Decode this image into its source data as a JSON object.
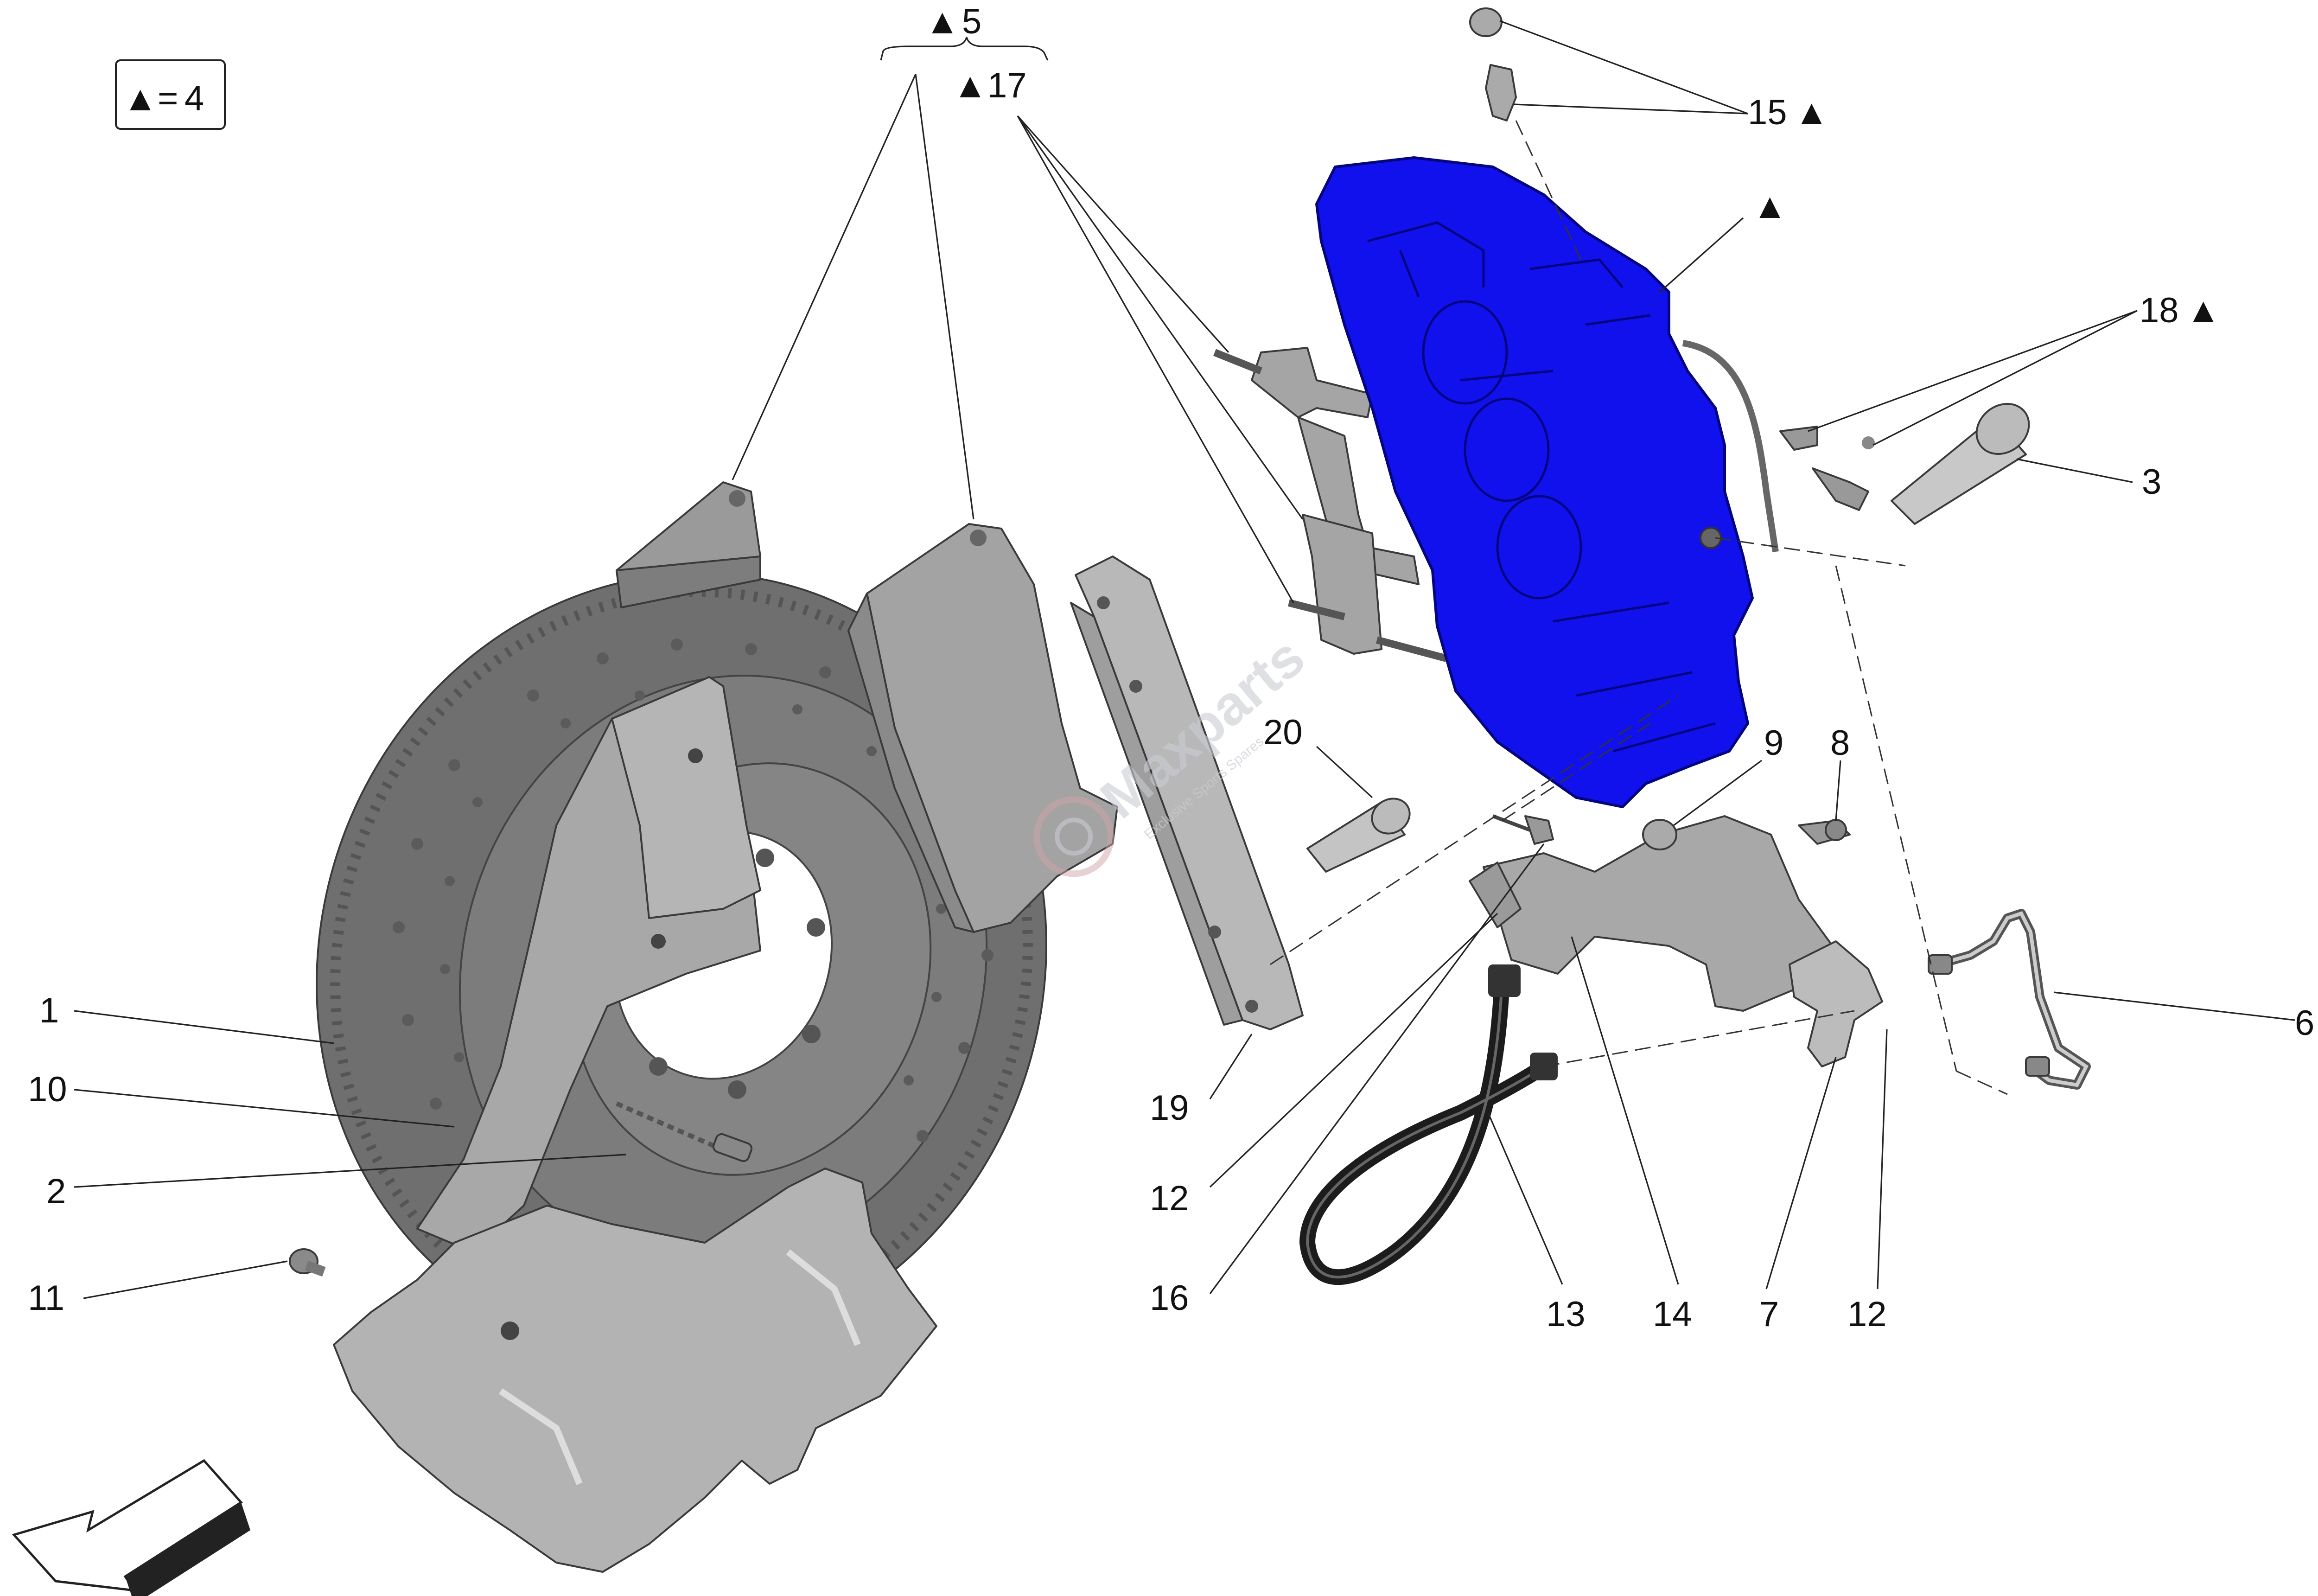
{
  "legend": {
    "symbol": "▲",
    "equals": "=",
    "value": "4"
  },
  "watermark": {
    "brand": "Maxparts",
    "tagline": "Exclusive Sports Spares"
  },
  "callouts": {
    "c1": "1",
    "c2": "2",
    "c3": "3",
    "c5": "5",
    "c6": "6",
    "c7": "7",
    "c8": "8",
    "c9": "9",
    "c10": "10",
    "c11": "11",
    "c12a": "12",
    "c12b": "12",
    "c13": "13",
    "c14": "14",
    "c15": "15",
    "c16": "16",
    "c17": "17",
    "c18": "18",
    "c19": "19",
    "c20": "20",
    "triangle": "▲"
  },
  "colors": {
    "caliper": "#1111ee",
    "caliper_outline": "#050580",
    "metal_dark": "#6f6f6f",
    "metal_mid": "#9a9a9a",
    "metal_light": "#bdbdbd",
    "hose": "#1c1c1c"
  },
  "icons": {
    "direction_arrow": "arrow-outline-icon"
  }
}
